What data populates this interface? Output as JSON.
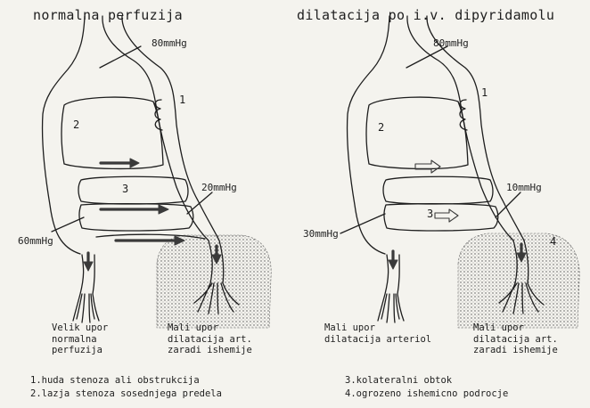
{
  "panels": [
    {
      "title": "normalna perfuzija",
      "pressures": [
        "80mmHg",
        "20mmHg",
        "60mmHg"
      ],
      "numbers": [
        "1",
        "2",
        "3"
      ],
      "captions": [
        [
          "Velik upor",
          "normalna",
          "perfuzija"
        ],
        [
          "Mali upor",
          "dilatacija art.",
          "zaradi ishemije"
        ]
      ],
      "arrow_style": "filled"
    },
    {
      "title": "dilatacija po i.v. dipyridamolu",
      "pressures": [
        "80mmHg",
        "10mmHg",
        "30mmHg"
      ],
      "numbers": [
        "1",
        "2",
        "3",
        "4"
      ],
      "captions": [
        [
          "Mali upor",
          "dilatacija arteriol"
        ],
        [
          "Mali upor",
          "dilatacija art.",
          "zaradi ishemije"
        ]
      ],
      "arrow_style": "hollow"
    }
  ],
  "legend": [
    "1.huda stenoza ali obstrukcija",
    "2.lazja stenoza sosednjega predela",
    "3.kolateralni obtok",
    "4.ogrozeno ishemicno podrocje"
  ],
  "colors": {
    "ink": "#1e1e1e",
    "paper": "#f4f3ee",
    "arrow": "#3a3a3a"
  }
}
